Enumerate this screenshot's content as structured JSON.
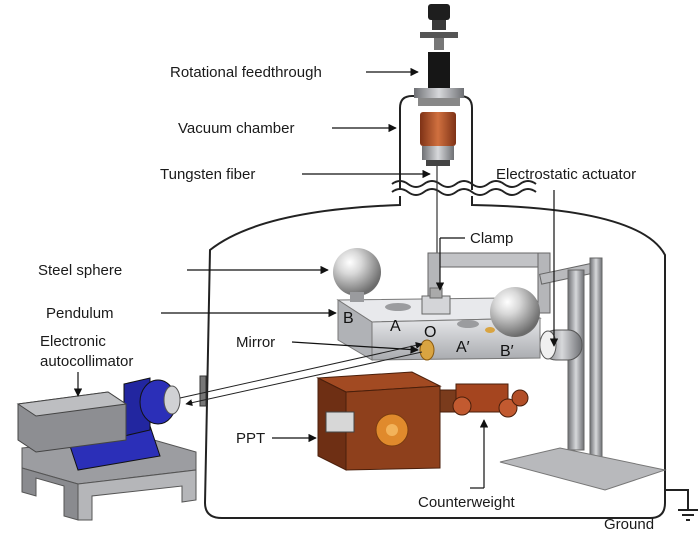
{
  "labels": {
    "rotational_feedthrough": "Rotational feedthrough",
    "vacuum_chamber": "Vacuum chamber",
    "tungsten_fiber": "Tungsten fiber",
    "electrostatic_actuator": "Electrostatic actuator",
    "clamp": "Clamp",
    "steel_sphere": "Steel sphere",
    "pendulum": "Pendulum",
    "mirror": "Mirror",
    "electronic_line1": "Electronic",
    "electronic_line2": "autocollimator",
    "ppt": "PPT",
    "counterweight": "Counterweight",
    "ground": "Ground"
  },
  "points": {
    "B": "B",
    "A": "A",
    "O": "O",
    "A_prime": "A′",
    "B_prime": "B′"
  },
  "colors": {
    "pendulum_bar": "#cfd0d3",
    "sphere": "#c8c8c8",
    "copper": "#b5532a",
    "autocollimator_blue": "#2b2fb8",
    "ppt_brown": "#7a3b1c",
    "mirror_gold": "#d9a441",
    "stand_gray": "#a8a9ad"
  },
  "icons": [
    "ground-icon",
    "mirror-icon"
  ]
}
